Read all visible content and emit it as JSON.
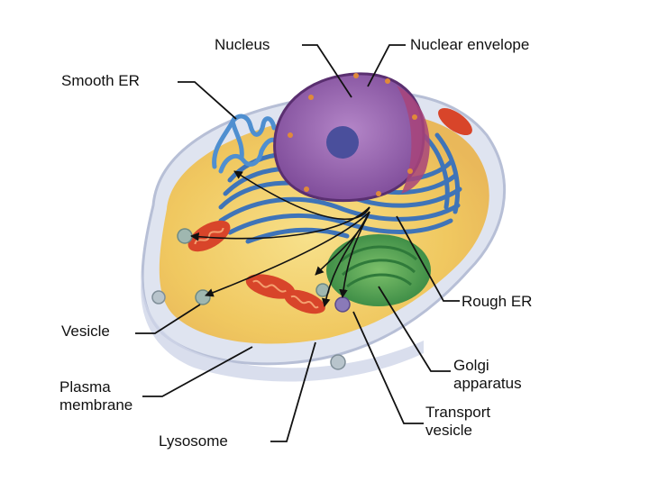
{
  "labels": {
    "nucleus": "Nucleus",
    "nuclear_envelope": "Nuclear envelope",
    "smooth_er": "Smooth ER",
    "rough_er": "Rough ER",
    "vesicle": "Vesicle",
    "plasma_membrane_line1": "Plasma",
    "plasma_membrane_line2": "membrane",
    "golgi_line1": "Golgi",
    "golgi_line2": "apparatus",
    "lysosome": "Lysosome",
    "transport_line1": "Transport",
    "transport_line2": "vesicle"
  },
  "colors": {
    "cytoplasm": "#f2d36b",
    "membrane": "#d6dcea",
    "nucleus": "#8e5aa8",
    "nucleolus": "#4a4f9c",
    "rough_er": "#3f74b8",
    "smooth_er": "#4f8fd0",
    "golgi": "#4aa35a",
    "mitochondria": "#d8452a",
    "leader_line": "#111111"
  }
}
